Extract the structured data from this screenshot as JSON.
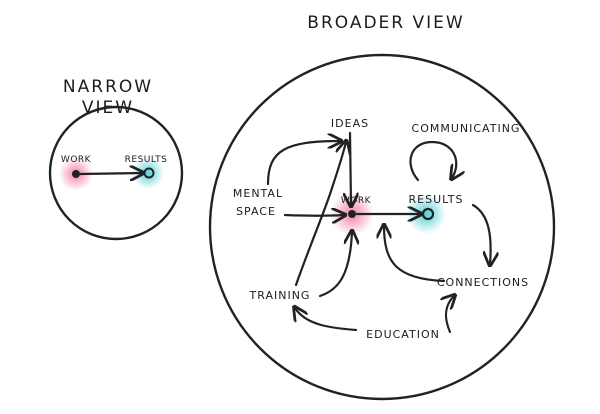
{
  "narrow_view": {
    "title_line1": "NARROW",
    "title_line2": "VIEW",
    "work_label": "WORK",
    "results_label": "RESULTS"
  },
  "broader_view": {
    "title": "BROADER VIEW",
    "ideas_label": "IDEAS",
    "communicating_label": "COMMUNICATING",
    "mental_space_line1": "MENTAL",
    "mental_space_line2": "SPACE",
    "work_label": "WORK",
    "results_label": "RESULTS",
    "training_label": "TRAINING",
    "connections_label": "CONNECTIONS",
    "education_label": "EDUCATION"
  },
  "colors": {
    "work_highlight": "#f06a9a",
    "results_highlight": "#38c6cf",
    "ink": "#222222"
  }
}
